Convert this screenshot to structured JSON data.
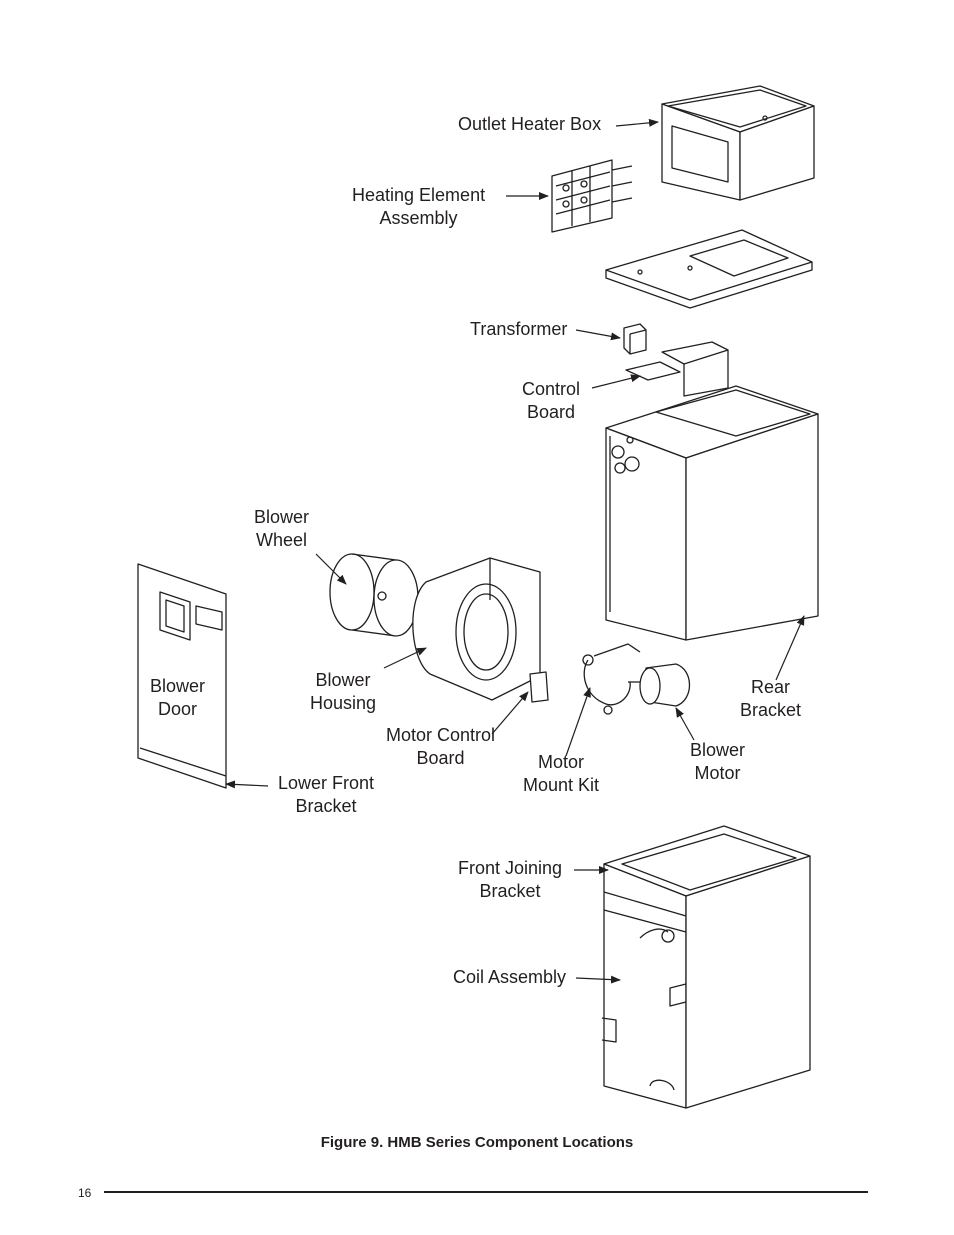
{
  "figure": {
    "labels": {
      "outlet_heater_box": [
        "Outlet Heater Box"
      ],
      "heating_element_assembly": [
        "Heating Element",
        "Assembly"
      ],
      "transformer": [
        "Transformer"
      ],
      "control_board": [
        "Control",
        "Board"
      ],
      "blower_wheel": [
        "Blower",
        "Wheel"
      ],
      "blower_housing": [
        "Blower",
        "Housing"
      ],
      "blower_door": [
        "Blower",
        "Door"
      ],
      "motor_control_board": [
        "Motor Control",
        "Board"
      ],
      "lower_front_bracket": [
        "Lower Front",
        "Bracket"
      ],
      "motor_mount_kit": [
        "Motor",
        "Mount Kit"
      ],
      "blower_motor": [
        "Blower",
        "Motor"
      ],
      "rear_bracket": [
        "Rear",
        "Bracket"
      ],
      "front_joining_bracket": [
        "Front Joining",
        "Bracket"
      ],
      "coil_assembly": [
        "Coil Assembly"
      ]
    },
    "caption": "Figure 9. HMB Series Component Locations"
  },
  "footer": {
    "page_number": "16"
  }
}
